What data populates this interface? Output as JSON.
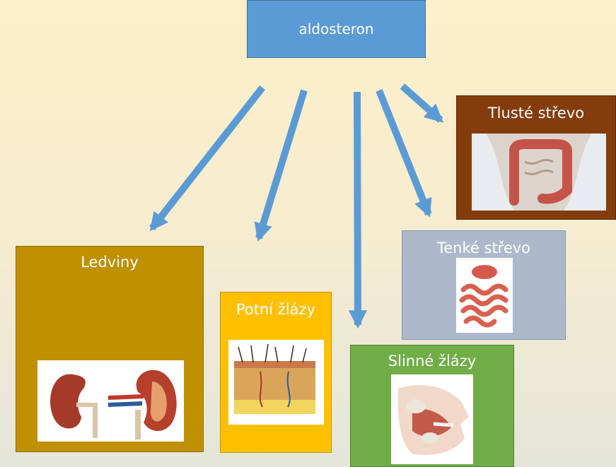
{
  "center": {
    "label": "aldosteron"
  },
  "targets": {
    "ledviny": {
      "label": "Ledviny"
    },
    "potni_zlazy": {
      "label": "Potní žlázy"
    },
    "slinne_zlazy": {
      "label": "Slinné žlázy"
    },
    "tenke_strevo": {
      "label": "Tenké střevo"
    },
    "tluste_strevo": {
      "label": "Tlusté střevo"
    }
  },
  "colors": {
    "center_fill": "#5b9bd5",
    "arrow": "#5b9bd5",
    "ledviny": "#bf9000",
    "potni_zlazy": "#ffc000",
    "slinne_zlazy": "#70ad47",
    "tenke_strevo": "#adb9ca",
    "tluste_strevo": "#843c0c"
  },
  "icons": [
    "kidney-illustration",
    "skin-section-illustration",
    "salivary-gland-illustration",
    "small-intestine-illustration",
    "large-intestine-illustration"
  ]
}
